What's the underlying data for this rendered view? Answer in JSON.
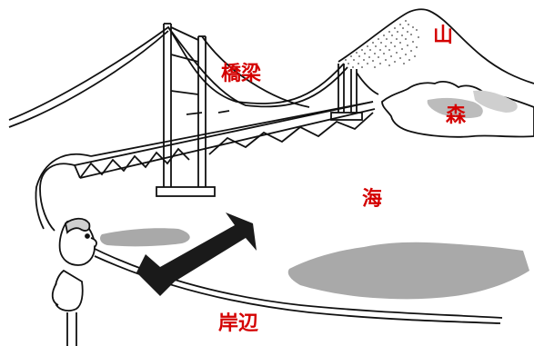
{
  "labels": {
    "bridge": "橋梁",
    "mountain": "山",
    "forest": "森",
    "sea": "海",
    "shore": "岸辺"
  },
  "colors": {
    "label": "#d40000",
    "ink": "#111111",
    "shade": "#a9a9a9",
    "arrow": "#1a1a1a"
  },
  "icons": {
    "arrow": "double-headed-arrow",
    "person": "person-looking-right"
  }
}
